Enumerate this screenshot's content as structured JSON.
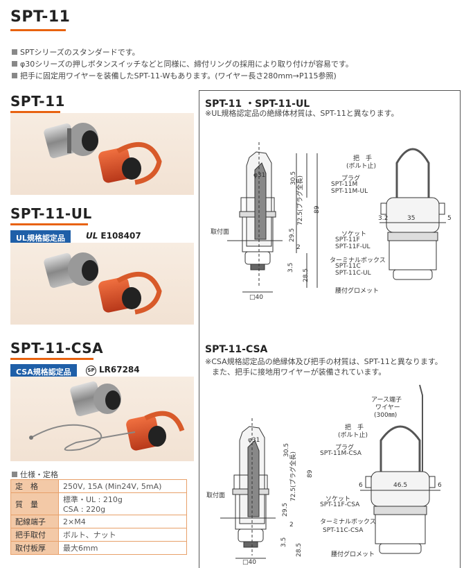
{
  "title": "SPT-11",
  "intro": [
    "SPTシリーズのスタンダードです。",
    "φ30シリーズの押しボタンスイッチなどと同様に、締付リングの採用により取り付けが容易です。",
    "把手に固定用ワイヤーを装備したSPT-11-Wもあります。(ワイヤー長さ280mm→P115参照)"
  ],
  "sections": {
    "spt11": {
      "title": "SPT-11"
    },
    "ul": {
      "title": "SPT-11-UL",
      "badge": "UL規格認定品",
      "cert_mark": "UL",
      "cert_no": "E108407"
    },
    "csa": {
      "title": "SPT-11-CSA",
      "badge": "CSA規格認定品",
      "cert_mark": "SP",
      "cert_no": "LR67284"
    }
  },
  "spec": {
    "heading": "仕様・定格",
    "rows": [
      {
        "key": "定　格",
        "val": [
          "250V, 15A (Min24V, 5mA)"
        ]
      },
      {
        "key": "質　量",
        "val": [
          "標準・UL : 210g",
          "CSA : 220g"
        ]
      },
      {
        "key": "配線端子",
        "val": [
          "2×M4"
        ]
      },
      {
        "key": "把手取付",
        "val": [
          "ボルト、ナット"
        ]
      },
      {
        "key": "取付板厚",
        "val": [
          "最大6mm"
        ]
      }
    ]
  },
  "panel1": {
    "title": "SPT-11 ・SPT-11-UL",
    "note": "※UL規格認定品の絶縁体材質は、SPT-11と異なります。",
    "dims": {
      "d31": "φ31",
      "d305": "30.5",
      "d725": "72.5(プラグ全長)",
      "d89": "89",
      "d295": "29.5",
      "d2": "2",
      "d35": "3.5",
      "d285": "28.5",
      "sq40": "□40",
      "w32": "3.2",
      "w35": "35",
      "w5": "5"
    },
    "labels": {
      "mount": "取付面",
      "handle": "把　手",
      "handle_sub": "(ボルト止)",
      "plug": "プラグ",
      "plug_m": "SPT-11M",
      "plug_mul": "SPT-11M-UL",
      "socket": "ソケット",
      "socket_f": "SPT-11F",
      "socket_ful": "SPT-11F-UL",
      "terminal": "ターミナルボックス",
      "term_c": "SPT-11C",
      "term_cul": "SPT-11C-UL",
      "grommet": "腰付グロメット"
    }
  },
  "panel2": {
    "title": "SPT-11-CSA",
    "note1": "※CSA規格認定品の絶縁体及び把手の材質は、SPT-11と異なります。",
    "note2": "また、把手に接地用ワイヤーが装備されています。",
    "dims": {
      "d31": "φ31",
      "d305": "30.5",
      "d725": "72.5(プラグ全長)",
      "d89": "89",
      "d295": "29.5",
      "d2": "2",
      "d35": "3.5",
      "d285": "28.5",
      "sq40": "□40",
      "w6a": "6",
      "w465": "46.5",
      "w6b": "6"
    },
    "labels": {
      "mount": "取付面",
      "earth": "アース端子",
      "wire": "ワイヤー",
      "wire_len": "(300㎜)",
      "handle": "把　手",
      "handle_sub": "(ボルト止)",
      "plug": "プラグ",
      "plug_m": "SPT-11M-CSA",
      "socket": "ソケット",
      "socket_f": "SPT-11F-CSA",
      "terminal": "ターミナルボックス",
      "term_c": "SPT-11C-CSA",
      "grommet": "腰付グロメット"
    }
  },
  "colors": {
    "accent": "#e8620f",
    "badge": "#1f5fa8",
    "cell_key": "#f3c9a7"
  }
}
